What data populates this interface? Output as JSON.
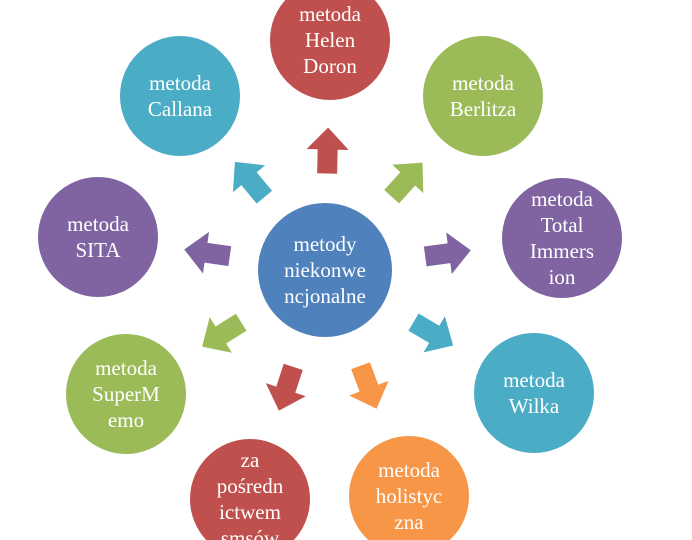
{
  "center": {
    "lines": [
      "metody",
      "niekonwe",
      "ncjonalne"
    ],
    "color": "#4F81BD"
  },
  "nodes": [
    {
      "id": "helen-doron",
      "lines": [
        "metoda",
        "Helen",
        "Doron"
      ],
      "color": "#C0504D"
    },
    {
      "id": "berlitza",
      "lines": [
        "metoda",
        "Berlitza"
      ],
      "color": "#9BBB59"
    },
    {
      "id": "total-immersion",
      "lines": [
        "metoda",
        "Total",
        "Immers",
        "ion"
      ],
      "color": "#8064A2"
    },
    {
      "id": "wilka",
      "lines": [
        "metoda",
        "Wilka"
      ],
      "color": "#4BACC6"
    },
    {
      "id": "holistyczna",
      "lines": [
        "metoda",
        "holistyc",
        "zna"
      ],
      "color": "#F79646"
    },
    {
      "id": "sms",
      "lines": [
        "za",
        "pośredn",
        "ictwem",
        "smsów"
      ],
      "color": "#C0504D"
    },
    {
      "id": "supermemo",
      "lines": [
        "metoda",
        "SuperM",
        "emo"
      ],
      "color": "#9BBB59"
    },
    {
      "id": "sita",
      "lines": [
        "metoda",
        "SITA"
      ],
      "color": "#8064A2"
    },
    {
      "id": "callana",
      "lines": [
        "metoda",
        "Callana"
      ],
      "color": "#4BACC6"
    }
  ]
}
